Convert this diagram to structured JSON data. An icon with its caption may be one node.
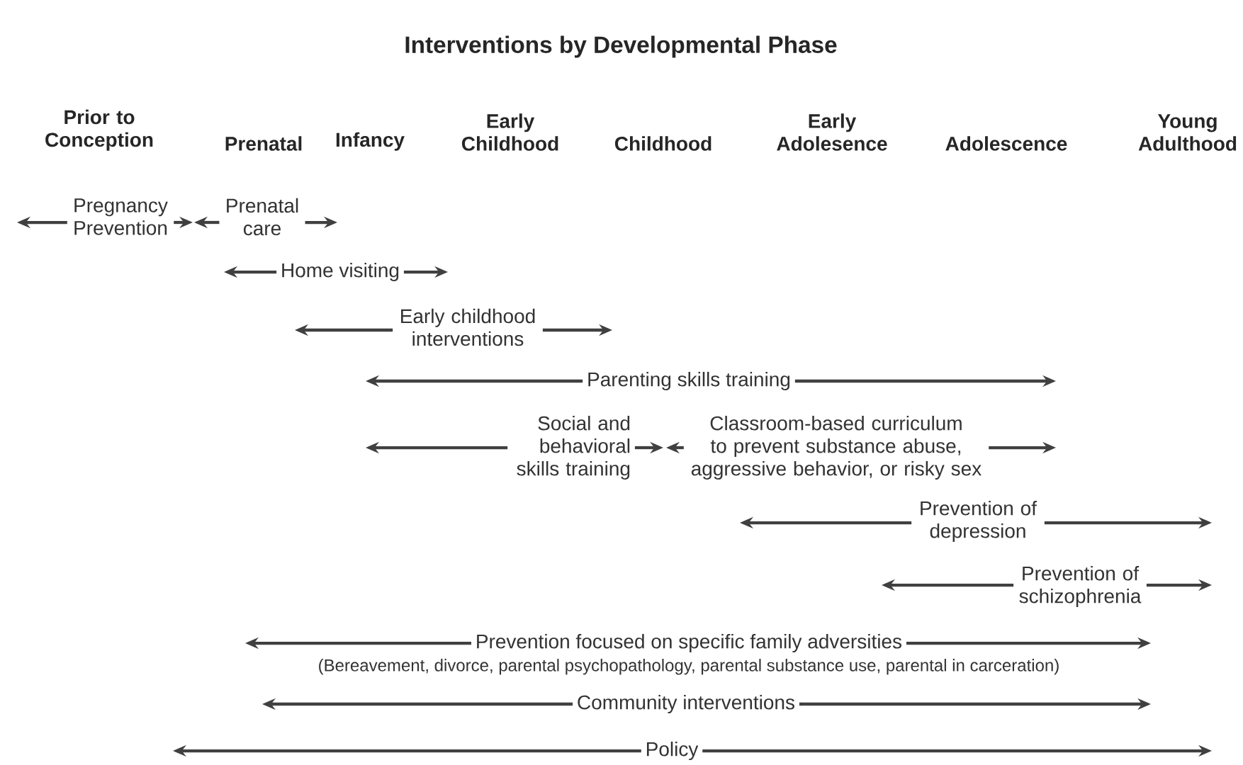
{
  "diagram": {
    "title": "Interventions by Developmental Phase",
    "nodes": [
      {
        "text": [
          "Pregnancy Prevention"
        ]
      },
      {
        "text": [
          "Prenatal care"
        ]
      },
      {
        "text": [
          "Home visiting"
        ]
      },
      {
        "text": [
          "Early childhood interventions"
        ]
      },
      {
        "text": [
          "Parenting skills training"
        ]
      },
      {
        "text": [
          "Social and behavioral skills training"
        ]
      },
      {
        "text": [
          "Classroom-based curriculum to prevent substance abuse, aggressive behavior, or risky sex"
        ]
      },
      {
        "text": [
          "Prevention of depression"
        ]
      },
      {
        "text": [
          "Prevention of schizophrenia"
        ]
      },
      {
        "text": [
          "Prevention focused on specific family adversities"
        ],
        "beside": [
          "(Bereavement, divorce, parental psychopathology, parental substance use, parental in carceration)"
        ]
      },
      {
        "text": [
          "Community interventions"
        ]
      },
      {
        "text": [
          "Policy"
        ]
      }
    ],
    "edges": [
      {
        "from": 0,
        "to": null,
        "arrow": "to"
      },
      {
        "from": 0,
        "to": null,
        "arrow": "to"
      },
      {
        "from": 1,
        "to": null,
        "arrow": "to"
      },
      {
        "from": 1,
        "to": null,
        "arrow": "to"
      },
      {
        "from": 2,
        "to": null,
        "arrow": "to"
      },
      {
        "from": 2,
        "to": null,
        "arrow": "to"
      },
      {
        "from": 3,
        "to": null,
        "arrow": "to"
      },
      {
        "from": 3,
        "to": null,
        "arrow": "to"
      },
      {
        "from": 4,
        "to": null,
        "arrow": "to"
      },
      {
        "from": 4,
        "to": null,
        "arrow": "to"
      },
      {
        "from": 5,
        "to": null,
        "arrow": "to"
      },
      {
        "from": 5,
        "to": null,
        "arrow": "to"
      },
      {
        "from": 6,
        "to": null,
        "arrow": "to"
      },
      {
        "from": 6,
        "to": null,
        "arrow": "to"
      },
      {
        "from": 7,
        "to": null,
        "arrow": "to"
      },
      {
        "from": 7,
        "to": null,
        "arrow": "to"
      },
      {
        "from": 8,
        "to": null,
        "arrow": "to"
      },
      {
        "from": 8,
        "to": null,
        "arrow": "to"
      },
      {
        "from": 9,
        "to": null,
        "arrow": "to"
      },
      {
        "from": 9,
        "to": null,
        "arrow": "to"
      },
      {
        "from": 10,
        "to": null,
        "arrow": "to"
      },
      {
        "from": 10,
        "to": null,
        "arrow": "to"
      },
      {
        "from": 11,
        "to": null,
        "arrow": "to"
      },
      {
        "from": 11,
        "to": null,
        "arrow": "to"
      }
    ],
    "labels": [
      "Prior to Conception",
      "Prenatal",
      "Infancy",
      "Early Childhood",
      "Childhood",
      "Early Adolesence",
      "Adolescence",
      "Young Adulthood"
    ]
  }
}
